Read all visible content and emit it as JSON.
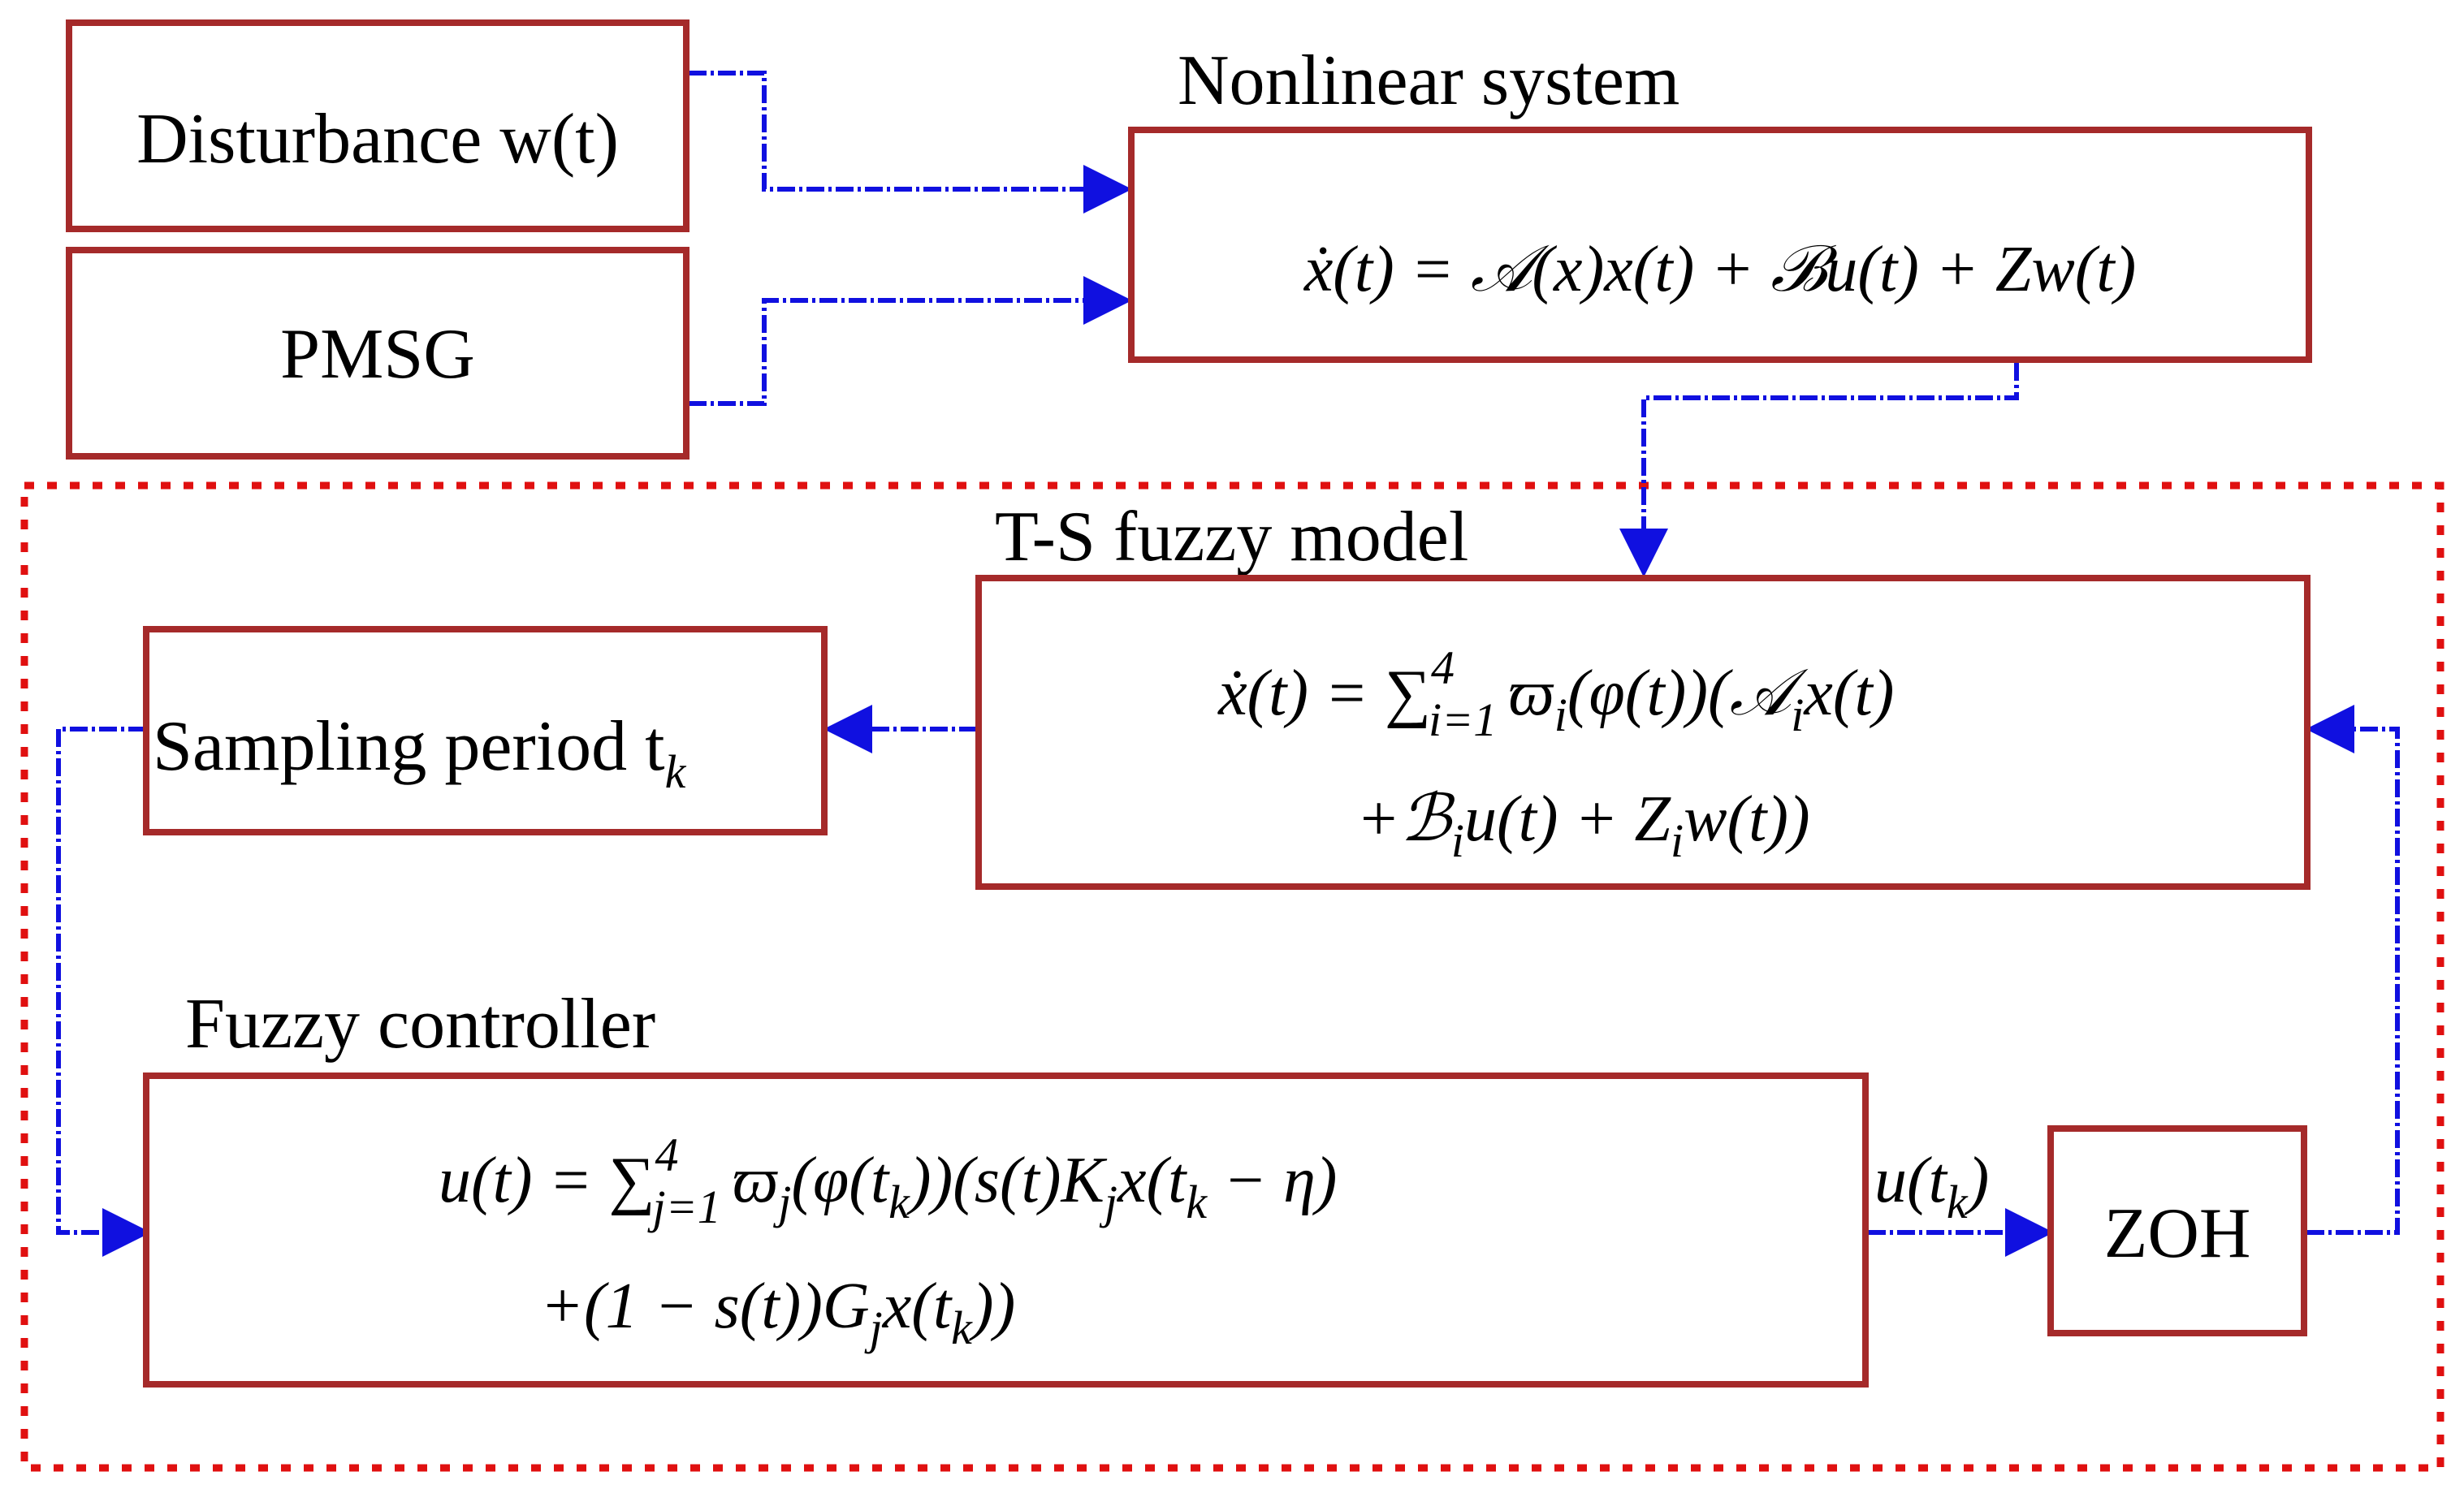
{
  "colors": {
    "block_border": "#a52a2a",
    "boundary": "#e01010",
    "signal": "#1010e0",
    "text": "#000000"
  },
  "blocks": {
    "disturbance": {
      "label": "Disturbance w(t)"
    },
    "pmsg": {
      "label": "PMSG"
    },
    "nonlinear": {
      "title": "Nonlinear system",
      "equation": "ẋ(t) = 𝒜(x)x(t) + ℬu(t) + Zw(t)"
    },
    "ts_model": {
      "title": "T-S fuzzy model",
      "eq_line1": "ẋ(t) = ∑ ϖ (φ(t))(𝒜 x(t)",
      "eq_line2": "+ℬ u(t) + Z w(t))",
      "sum_index": "i=1",
      "sum_upper": "4",
      "weight_sub": "i",
      "a_sub": "i",
      "b_sub": "i",
      "z_sub": "i"
    },
    "sampling": {
      "label": "Sampling period t",
      "sub": "k"
    },
    "controller": {
      "title": "Fuzzy controller",
      "eq_line1": "u(t) = ∑ ϖ (φ(t ))(s(t)K x(t − η)",
      "eq_line2": "+(1 − s(t))G x(t ))",
      "sum_index": "j=1",
      "sum_upper": "4",
      "weight_sub": "j",
      "phi_sub": "k",
      "k_sub": "j",
      "tk_sub": "k",
      "g_sub": "j",
      "x_sub": "k"
    },
    "zoh": {
      "label": "ZOH"
    }
  },
  "signals": {
    "control_input": {
      "label": "u(t )",
      "sub": "k"
    }
  }
}
